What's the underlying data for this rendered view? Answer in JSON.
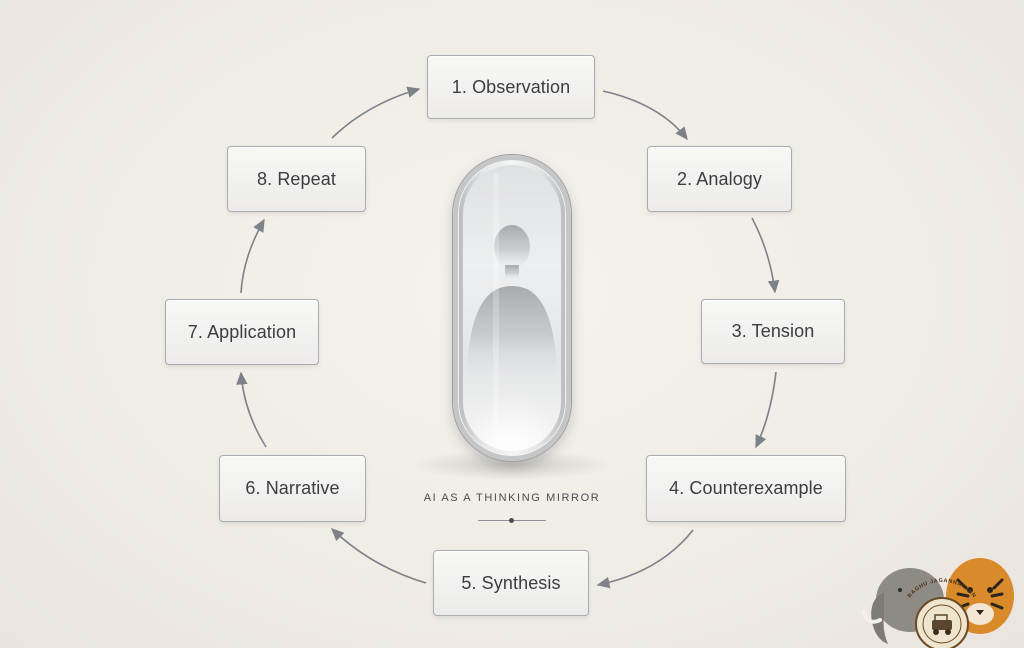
{
  "steps": [
    {
      "label": "1. Observation"
    },
    {
      "label": "2. Analogy"
    },
    {
      "label": "3. Tension"
    },
    {
      "label": "4. Counterexample"
    },
    {
      "label": "5. Synthesis"
    },
    {
      "label": "6. Narrative"
    },
    {
      "label": "7. Application"
    },
    {
      "label": "8. Repeat"
    }
  ],
  "caption": "AI AS A THINKING MIRROR",
  "logo": {
    "text": "RAGHU JAGANNATHAN",
    "icons": [
      "elephant-icon",
      "tiger-icon",
      "jeep-icon"
    ]
  },
  "colors": {
    "background": "#efebe5",
    "box_border": "#a9acb0",
    "arrow": "#7d8188",
    "text": "#3b3d40"
  }
}
